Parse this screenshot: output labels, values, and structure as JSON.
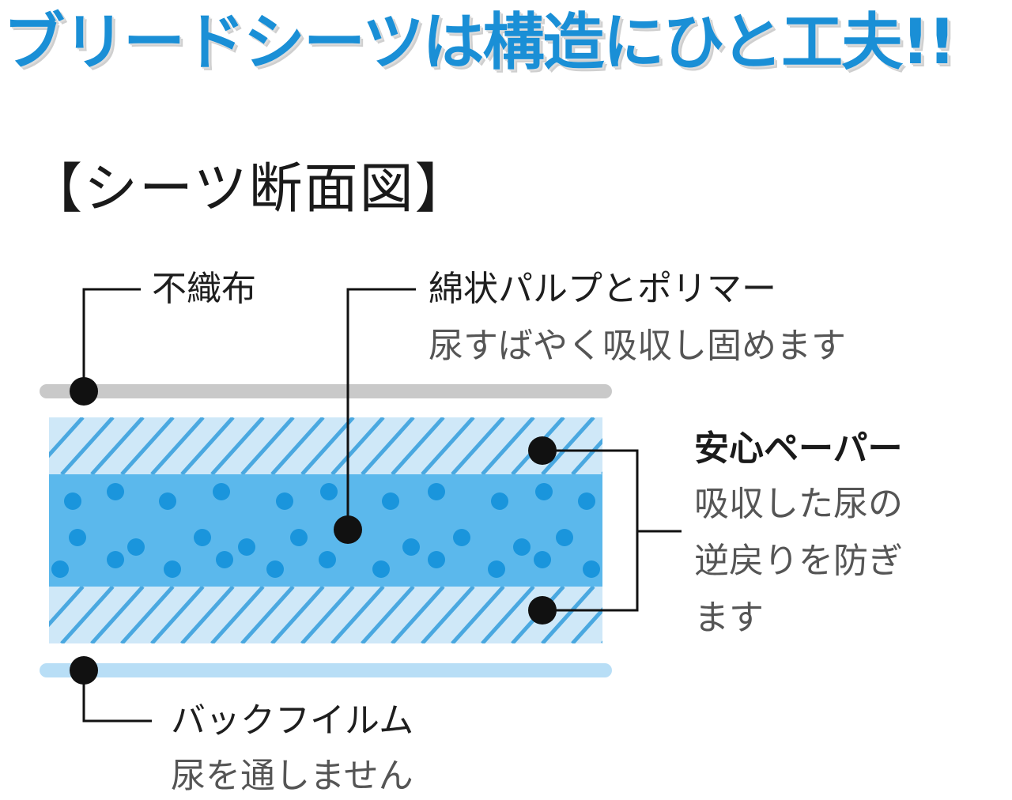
{
  "headline": "ブリードシーツは構造にひと工夫!!",
  "section_title": "【シーツ断面図】",
  "labels": {
    "nonwoven": "不織布",
    "pulp_title": "綿状パルプとポリマー",
    "pulp_desc": "尿すばやく吸収し固めます",
    "paper_title": "安心ペーパー",
    "paper_desc_1": "吸収した尿の",
    "paper_desc_2": "逆戻りを防ぎ",
    "paper_desc_3": "ます",
    "film_title": "バックフイルム",
    "film_desc": "尿を通しません"
  },
  "colors": {
    "headline": "#1a8fd6",
    "nonwoven_layer": "#c9c9c9",
    "paper_layer": "#cfe8f8",
    "paper_hatch": "#4aa8e0",
    "pulp_layer": "#5bb8ec",
    "pulp_dots": "#1a95dc",
    "film_layer": "#b8def6",
    "callout": "#111111"
  }
}
